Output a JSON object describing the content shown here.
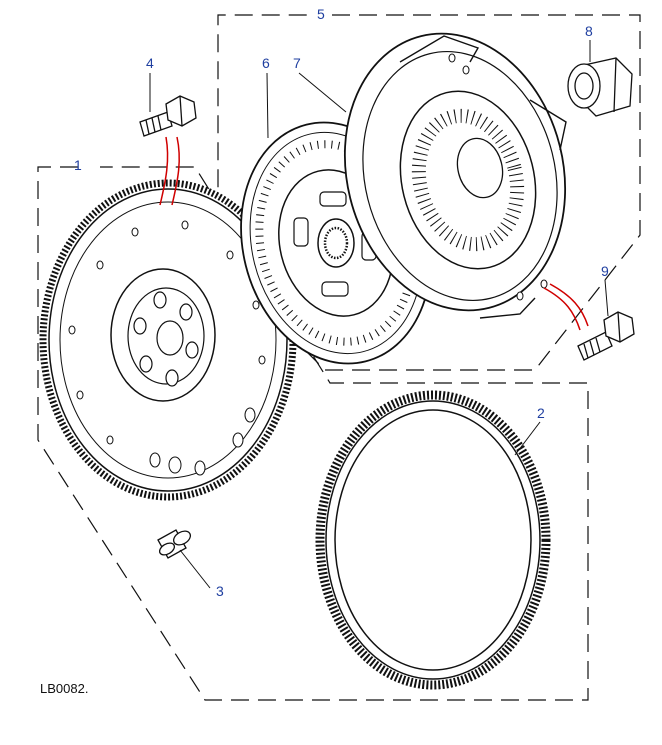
{
  "diagram": {
    "reference_code": "LB0082.",
    "callout_color": "#1f3fa0",
    "accent_line_color": "#d00000",
    "parts": [
      {
        "id": "part-1",
        "callout": "1",
        "depicts": "flywheel"
      },
      {
        "id": "part-2",
        "callout": "2",
        "depicts": "ring-gear"
      },
      {
        "id": "part-3",
        "callout": "3",
        "depicts": "dowel"
      },
      {
        "id": "part-4",
        "callout": "4",
        "depicts": "flywheel-bolt"
      },
      {
        "id": "part-5",
        "callout": "5",
        "depicts": "clutch-assembly-group"
      },
      {
        "id": "part-6",
        "callout": "6",
        "depicts": "clutch-disc"
      },
      {
        "id": "part-7",
        "callout": "7",
        "depicts": "pressure-plate"
      },
      {
        "id": "part-8",
        "callout": "8",
        "depicts": "release-bearing"
      },
      {
        "id": "part-9",
        "callout": "9",
        "depicts": "pressure-plate-bolt"
      }
    ]
  }
}
